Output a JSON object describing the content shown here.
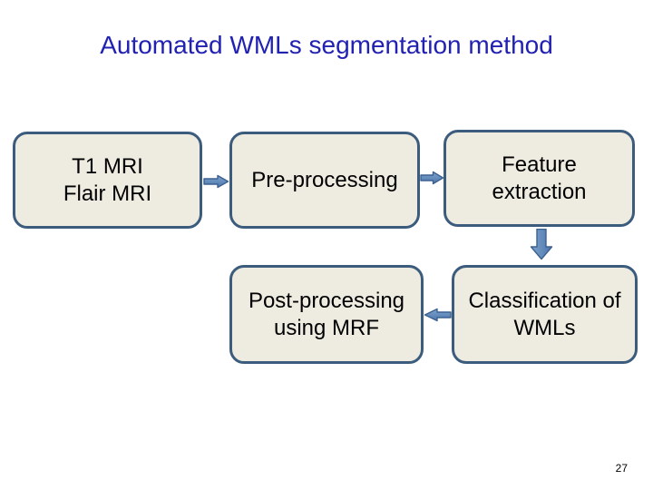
{
  "slide": {
    "title": "Automated WMLs segmentation method",
    "page_number": "27",
    "colors": {
      "background": "#FFFFFF",
      "title_text": "#2121B2",
      "box_fill": "#EEECE1",
      "box_border": "#3C5C7E",
      "box_text": "#000000",
      "arrow_fill_light": "#7FA3CD",
      "arrow_fill_dark": "#4B77AC",
      "arrow_border": "#3D6090"
    },
    "boxes": [
      {
        "id": "inputs",
        "lines": [
          "T1 MRI",
          "Flair MRI"
        ]
      },
      {
        "id": "preprocessing",
        "lines": [
          "Pre-processing"
        ]
      },
      {
        "id": "feature-extraction",
        "lines": [
          "Feature",
          "extraction"
        ]
      },
      {
        "id": "classification",
        "lines": [
          "Classification of",
          "WMLs"
        ]
      },
      {
        "id": "postprocessing",
        "lines": [
          "Post-processing",
          "using MRF"
        ]
      }
    ],
    "arrows": [
      {
        "name": "arrow-inputs-to-preprocessing",
        "direction": "right"
      },
      {
        "name": "arrow-preprocessing-to-feature",
        "direction": "right"
      },
      {
        "name": "arrow-feature-to-classification",
        "direction": "down"
      },
      {
        "name": "arrow-classification-to-postprocess",
        "direction": "left"
      }
    ]
  }
}
